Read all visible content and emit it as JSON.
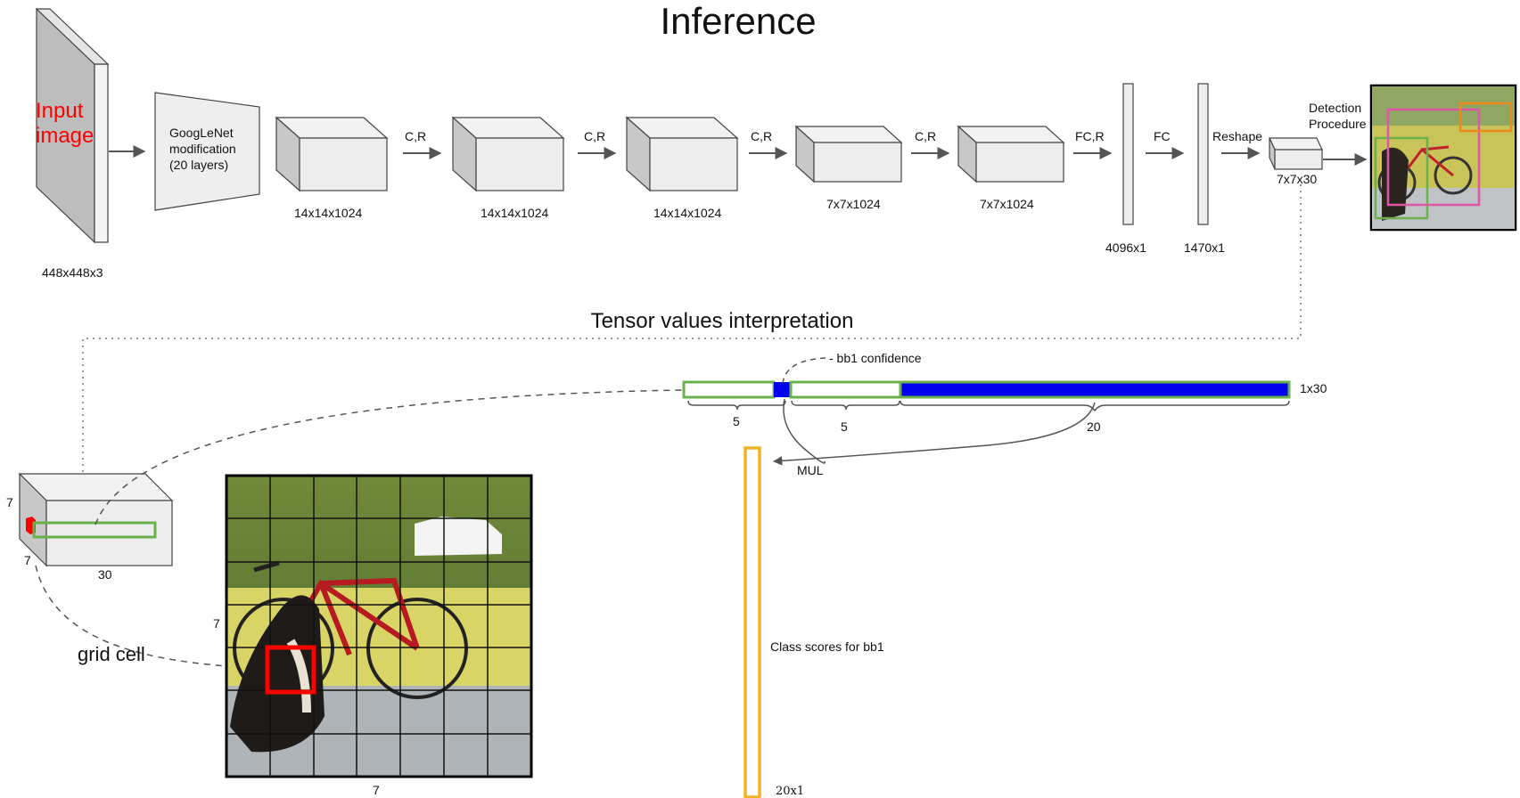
{
  "title": "Inference",
  "input": {
    "label_line1": "Input",
    "label_line2": "image",
    "dims": "448x448x3"
  },
  "googlenet": {
    "line1": "GoogLeNet",
    "line2": "modification",
    "line3": "(20 layers)"
  },
  "blocks": [
    {
      "dims": "14x14x1024"
    },
    {
      "dims": "14x14x1024"
    },
    {
      "dims": "14x14x1024"
    },
    {
      "dims": "7x7x1024"
    },
    {
      "dims": "7x7x1024"
    }
  ],
  "ops": [
    "C,R",
    "C,R",
    "C,R",
    "C,R",
    "FC,R",
    "FC",
    "Reshape"
  ],
  "fc_layers": [
    {
      "dims": "4096x1"
    },
    {
      "dims": "1470x1"
    }
  ],
  "output_tensor": {
    "dims": "7x7x30"
  },
  "detection": {
    "line1": "Detection",
    "line2": "Procedure"
  },
  "interpretation_title": "Tensor values interpretation",
  "vector": {
    "dims": "1x30",
    "bb1_confidence": "- bb1 confidence",
    "seg1": "5",
    "seg2": "5",
    "seg3": "20"
  },
  "mul_label": "MUL",
  "class_scores": {
    "label": "Class scores for bb1",
    "dims": "20x1"
  },
  "small_tensor": {
    "h": "7",
    "d": "7",
    "w": "30"
  },
  "grid": {
    "left_label": "7",
    "bottom_label": "7",
    "cells": 7
  },
  "grid_cell_label": "grid cell",
  "colors": {
    "input_label": "#ff0000",
    "green": "#6ab04c",
    "blue": "#0000ee",
    "yellow": "#f0b429",
    "red": "#ff0000",
    "orange": "#f08a1c",
    "pink": "#e055a8"
  }
}
